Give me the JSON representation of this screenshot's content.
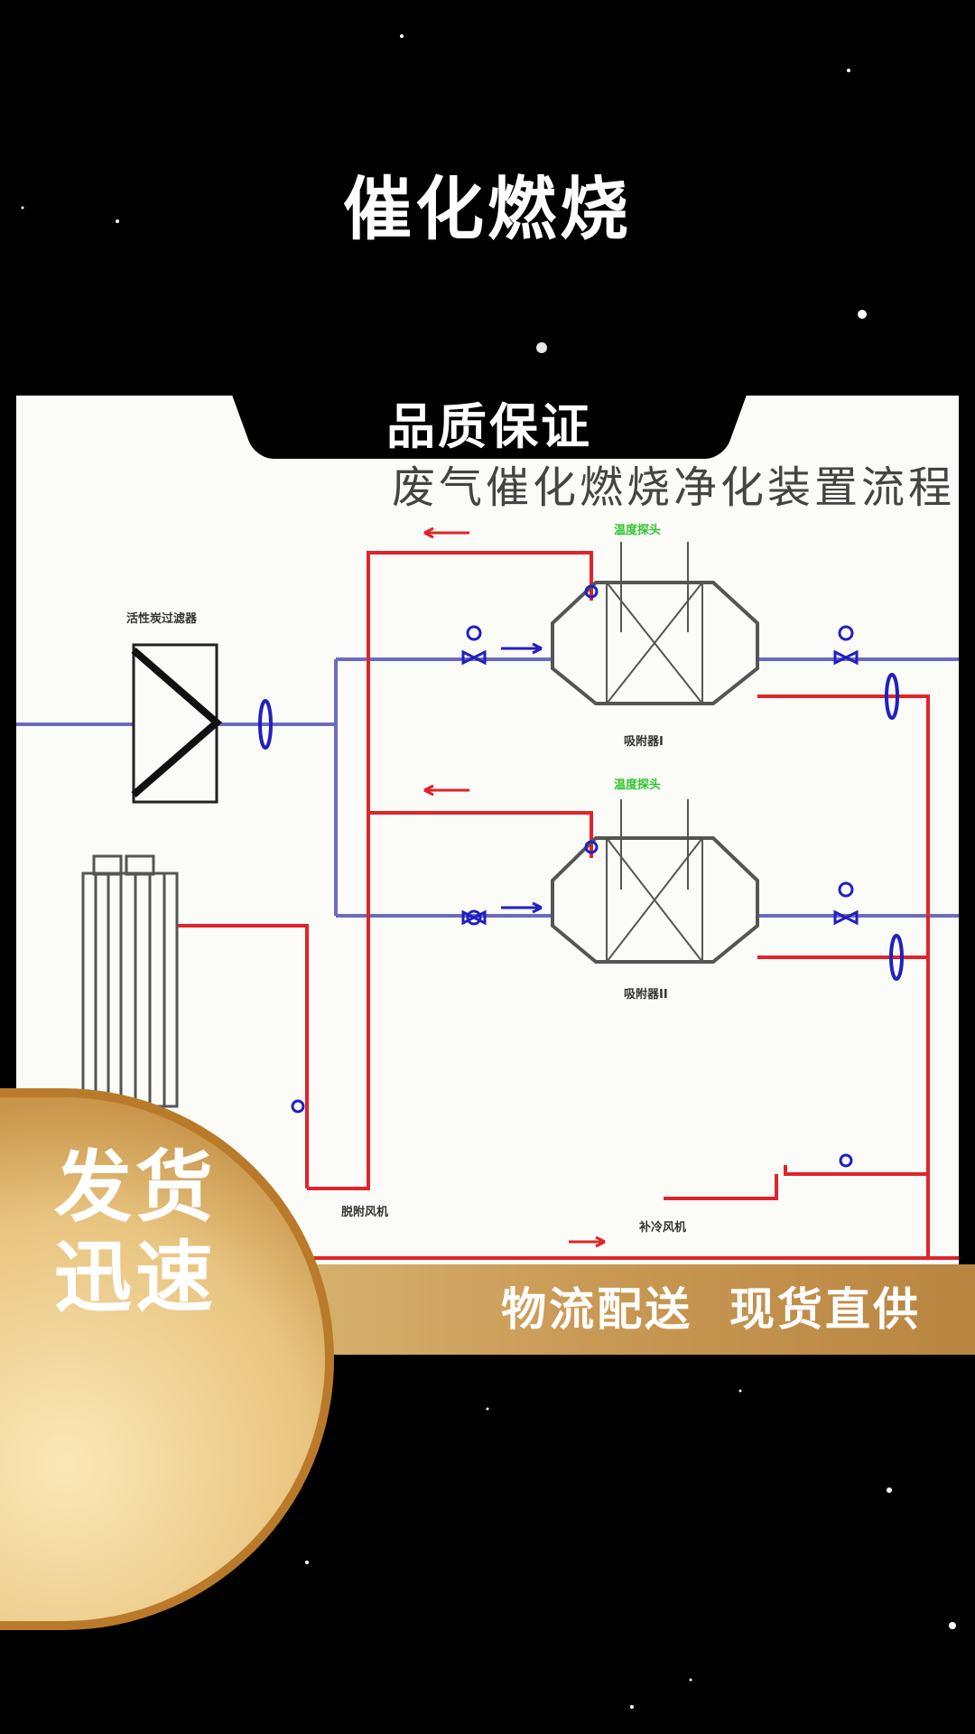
{
  "header": {
    "title": "催化燃烧"
  },
  "banner": {
    "label": "品质保证"
  },
  "diagram": {
    "title": "废气催化燃烧净化装置流程",
    "labels": {
      "filter": "活性炭过滤器",
      "adsorber1": "吸附器I",
      "adsorber2": "吸附器II",
      "desorb_fan": "脱附风机",
      "cool_fan": "补冷风机",
      "sensor": "温度探头"
    }
  },
  "badge": {
    "line1": "发货",
    "line2": "迅速"
  },
  "footer_band": {
    "text": "物流配送  现货直供"
  },
  "colors": {
    "gold": "#c99a55",
    "pipe_blue": "#6b6bc0",
    "pipe_red": "#e0242a"
  }
}
